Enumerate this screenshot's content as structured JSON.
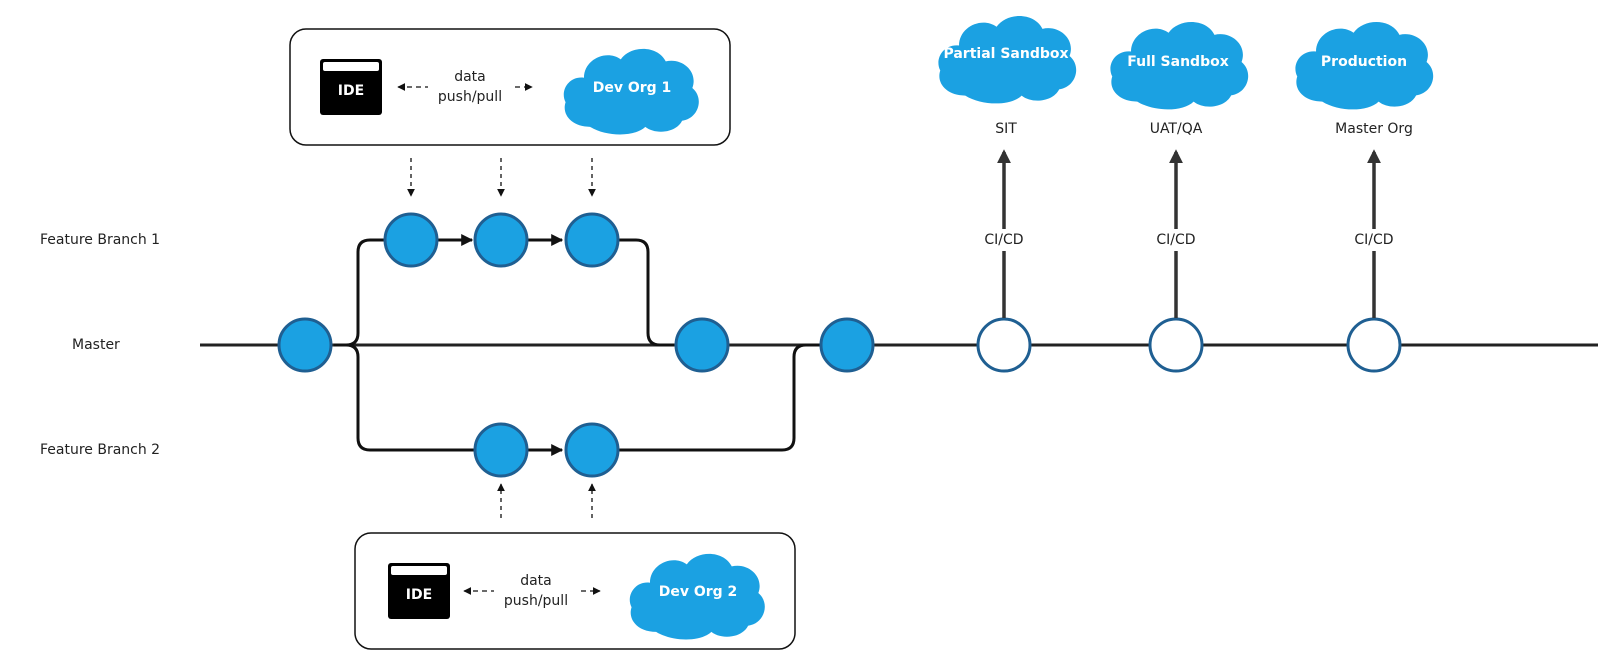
{
  "rows": {
    "feature1": "Feature Branch 1",
    "master": "Master",
    "feature2": "Feature Branch 2"
  },
  "dev_box_1": {
    "ide": "IDE",
    "data_line1": "data",
    "data_line2": "push/pull",
    "org": "Dev Org 1"
  },
  "dev_box_2": {
    "ide": "IDE",
    "data_line1": "data",
    "data_line2": "push/pull",
    "org": "Dev Org 2"
  },
  "environments": [
    {
      "cloud": "Partial Sandbox",
      "label": "SIT",
      "pipeline": "CI/CD"
    },
    {
      "cloud": "Full Sandbox",
      "label": "UAT/QA",
      "pipeline": "CI/CD"
    },
    {
      "cloud": "Production",
      "label": "Master Org",
      "pipeline": "CI/CD"
    }
  ],
  "colors": {
    "node_fill": "#1ba1e2",
    "node_stroke": "#1f5f92",
    "cloud": "#1ba1e2",
    "line": "#111111",
    "ide_box": "#000000"
  }
}
